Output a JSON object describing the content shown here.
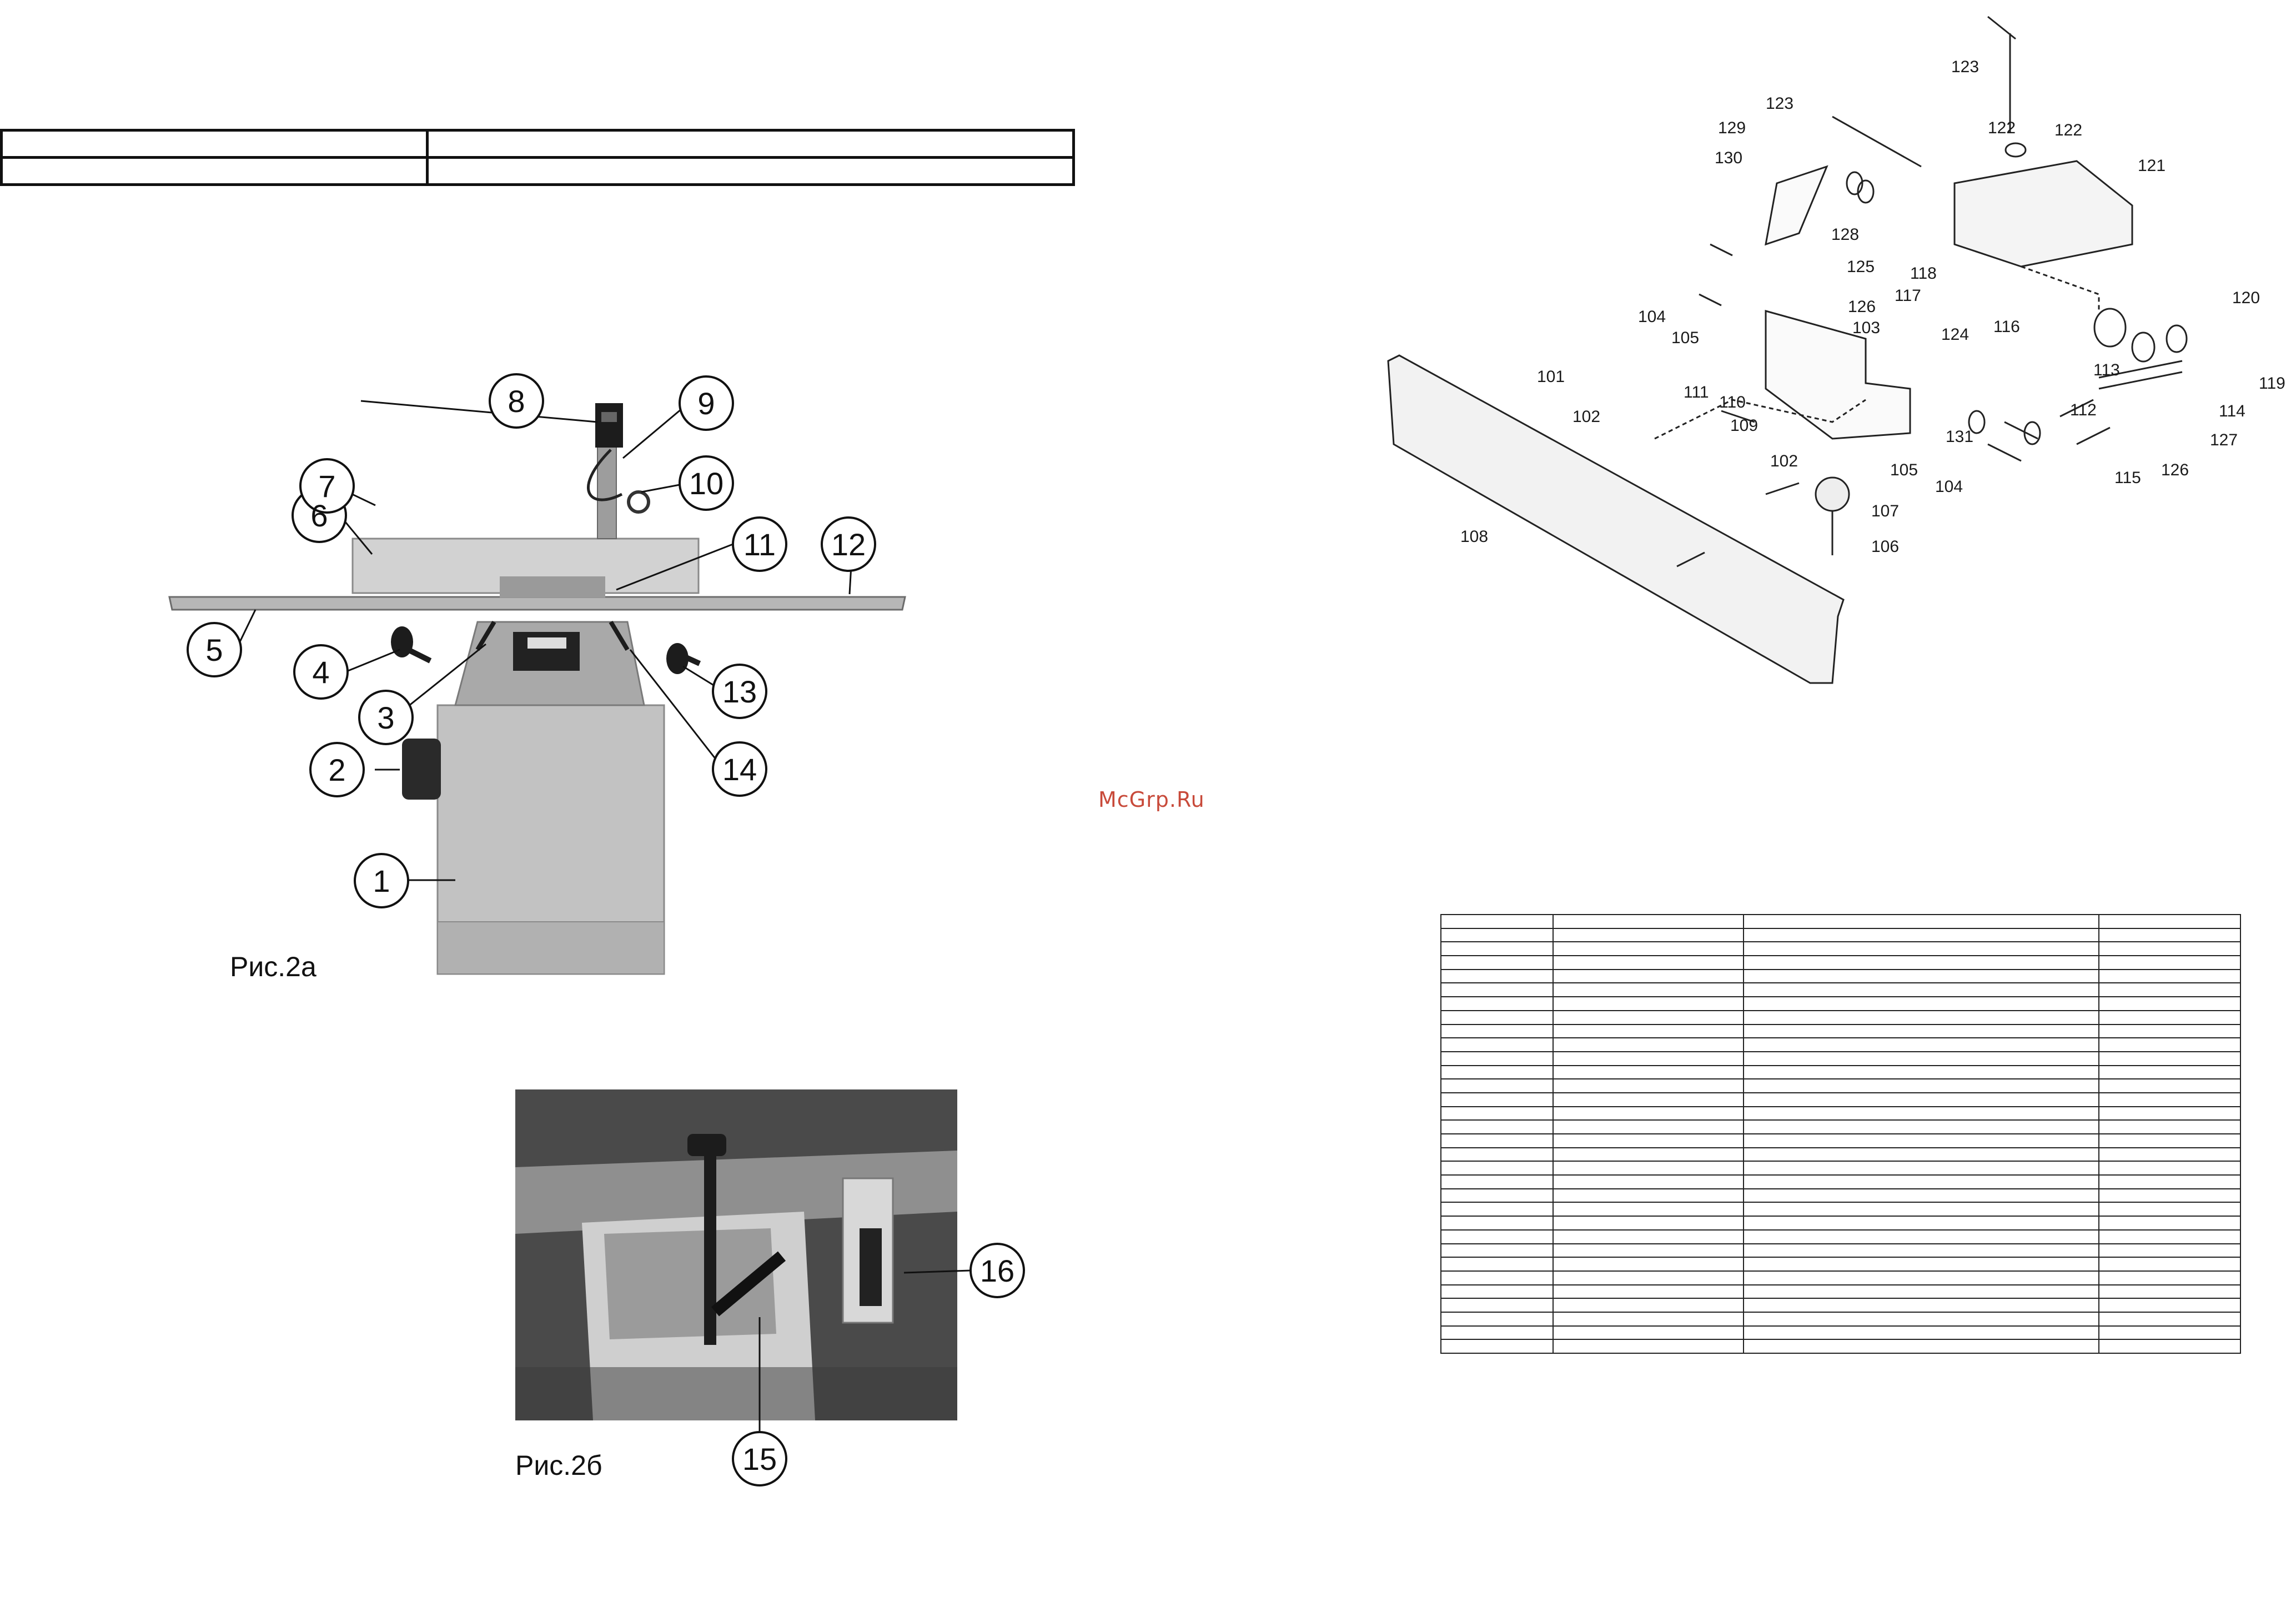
{
  "top_table": {
    "rows": [
      [
        "",
        ""
      ],
      [
        "",
        ""
      ]
    ]
  },
  "figure_a": {
    "caption": "Рис.2а",
    "callouts": [
      "1",
      "2",
      "3",
      "4",
      "5",
      "6",
      "7",
      "8",
      "9",
      "10",
      "11",
      "12",
      "13",
      "14"
    ]
  },
  "figure_b": {
    "caption": "Рис.2б",
    "callouts": [
      "15",
      "16"
    ]
  },
  "watermark": "McGrp.Ru",
  "exploded_view": {
    "labels": [
      "101",
      "102",
      "102",
      "103",
      "104",
      "104",
      "105",
      "105",
      "106",
      "107",
      "108",
      "109",
      "110",
      "111",
      "112",
      "113",
      "114",
      "115",
      "116",
      "117",
      "118",
      "119",
      "120",
      "121",
      "122",
      "122",
      "123",
      "123",
      "124",
      "125",
      "126",
      "126",
      "127",
      "128",
      "129",
      "130",
      "131"
    ]
  },
  "parts_table": {
    "columns": 4,
    "row_count": 32
  },
  "colors": {
    "machine_body": "#b9b9b9",
    "machine_dark": "#6f6f6f",
    "photo_bg": "#4a4a4a",
    "line": "#222222",
    "watermark": "#c84a3a"
  }
}
